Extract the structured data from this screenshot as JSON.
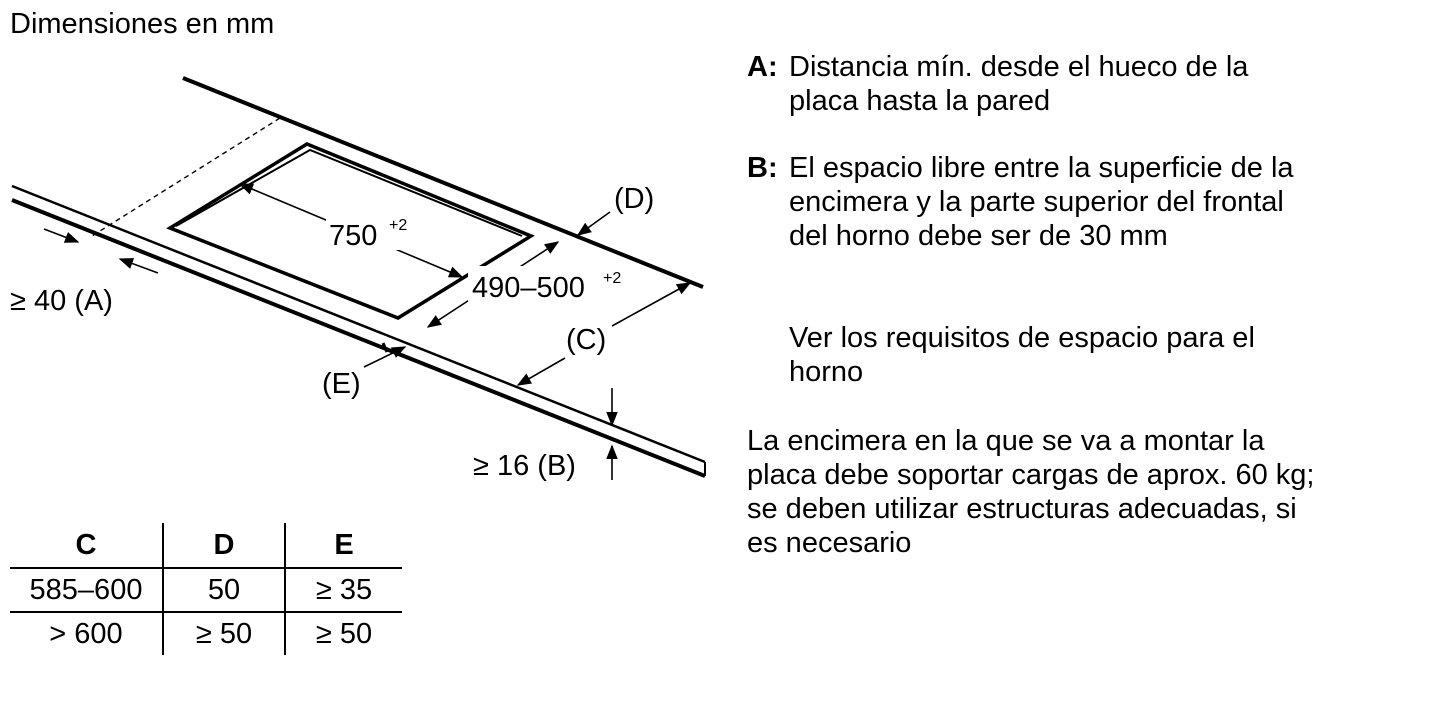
{
  "title": "Dimensiones en mm",
  "diagram": {
    "width_label": "750",
    "width_sup": "+2",
    "depth_label": "490–500",
    "depth_sup": "+2",
    "label_a": "≥ 40 (A)",
    "label_b": "≥ 16 (B)",
    "label_c": "(C)",
    "label_d": "(D)",
    "label_e": "(E)"
  },
  "legend": [
    {
      "key": "A:",
      "text": "Distancia mín. desde el hueco de la\nplaca hasta la pared"
    },
    {
      "key": "B:",
      "text": "El espacio libre entre la superficie de la\nencimera y la parte superior del frontal\ndel horno debe ser de 30 mm"
    }
  ],
  "oven_note": "Ver los requisitos de espacio para el\nhorno",
  "load_note": "La encimera en la que se va a montar la\nplaca debe soportar cargas de aprox. 60 kg;\nse deben utilizar estructuras adecuadas, si\nes necesario",
  "table": {
    "headers": [
      "C",
      "D",
      "E"
    ],
    "rows": [
      [
        "585–600",
        "50",
        "≥ 35"
      ],
      [
        "> 600",
        "≥ 50",
        "≥ 50"
      ]
    ]
  }
}
